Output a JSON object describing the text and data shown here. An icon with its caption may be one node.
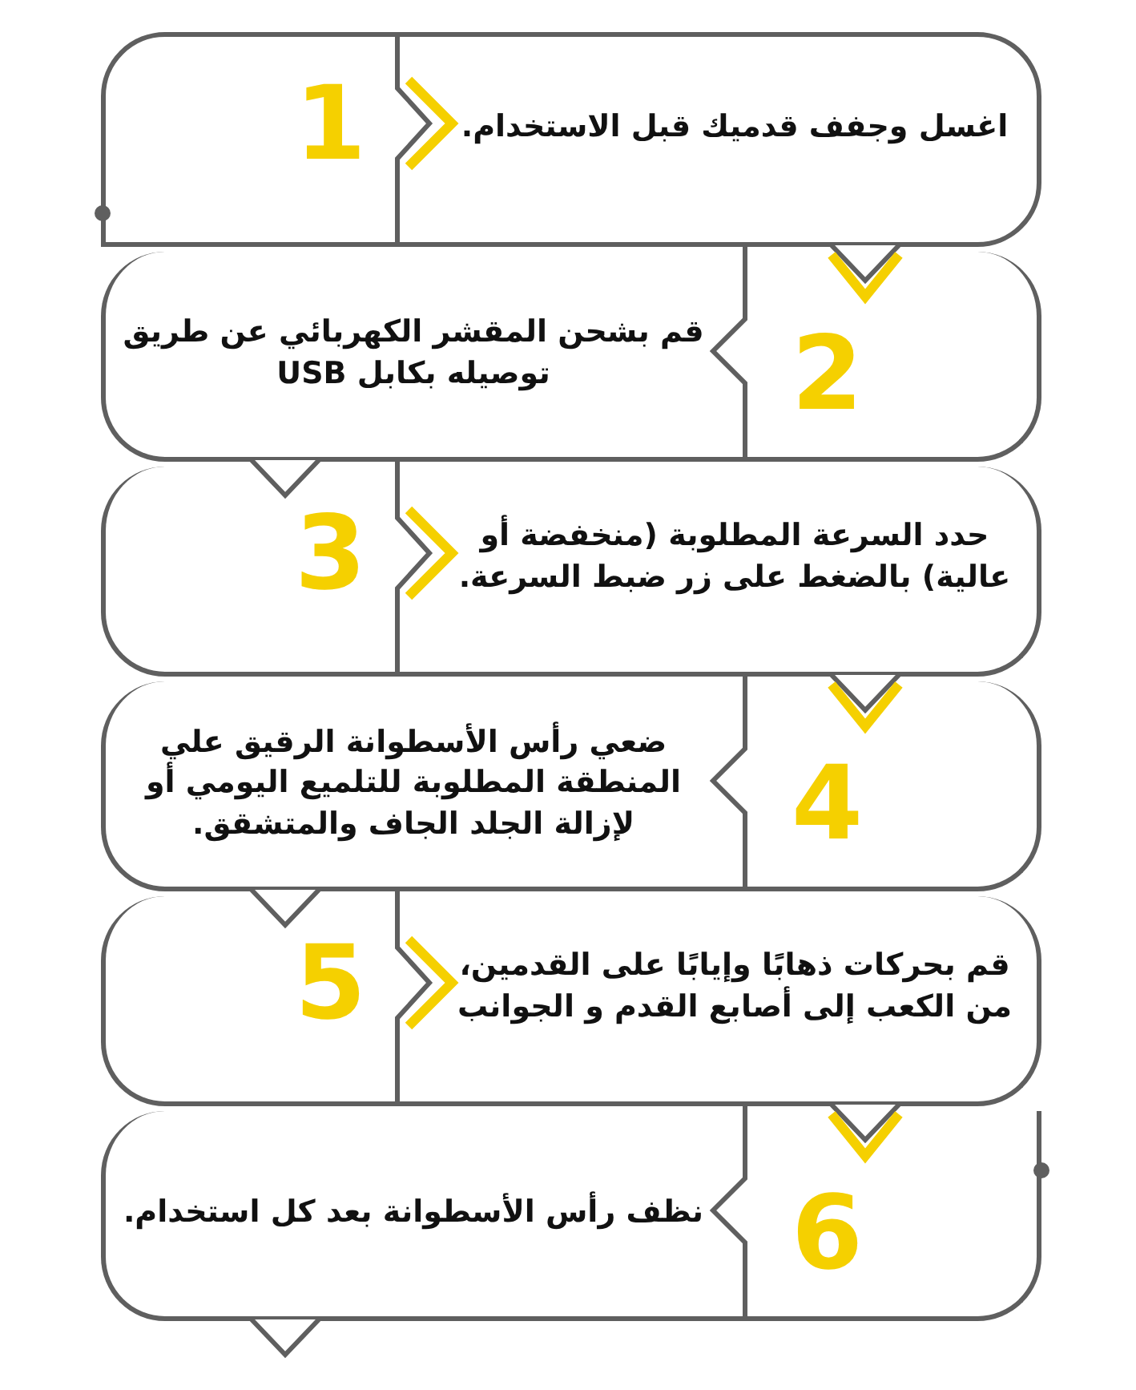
{
  "diagram": {
    "nodes": [
      {
        "text": [
          "اغسل وجفف قدميك قبل الاستخدام.",
          "1"
        ]
      },
      {
        "text": [
          "2",
          "قم بشحن المقشر الكهربائي عن طريق توصيله بكابل USB"
        ]
      },
      {
        "text": [
          "حدد السرعة المطلوبة (منخفضة أو عالية) بالضغط على زر ضبط السرعة.",
          "3"
        ]
      },
      {
        "text": [
          "4",
          "ضعي رأس الأسطوانة الرقيق علي المنطقة المطلوبة للتلميع اليومي أو لإزالة الجلد الجاف والمتشقق."
        ]
      },
      {
        "text": [
          "قم بحركات ذهابًا وإيابًا على القدمين، من الكعب إلى أصابع القدم و الجوانب",
          "5"
        ]
      },
      {
        "text": [
          "6",
          "نظف رأس الأسطوانة بعد كل استخدام."
        ]
      }
    ]
  }
}
